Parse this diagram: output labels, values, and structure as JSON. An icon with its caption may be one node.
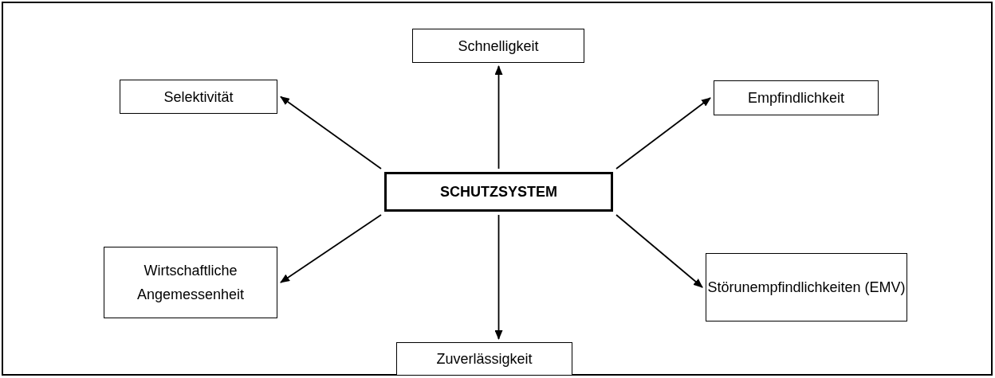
{
  "diagram": {
    "nodes": [
      {
        "text": [
          "SCHUTZSYSTEM"
        ]
      },
      {
        "text": [
          "Schnelligkeit"
        ]
      },
      {
        "text": [
          "Selektivität"
        ]
      },
      {
        "text": [
          "Empfindlichkeit"
        ]
      },
      {
        "text": [
          "Wirtschaftliche Angemessenheit"
        ]
      },
      {
        "text": [
          "Zuverlässigkeit"
        ]
      },
      {
        "text": [
          "Störunempfindlichkeiten (EMV)"
        ]
      }
    ],
    "edges": [
      {
        "from": 0,
        "to": 1,
        "arrow": "to"
      },
      {
        "from": 0,
        "to": 2,
        "arrow": "to"
      },
      {
        "from": 0,
        "to": 3,
        "arrow": "to"
      },
      {
        "from": 0,
        "to": 4,
        "arrow": "to"
      },
      {
        "from": 0,
        "to": 5,
        "arrow": "to"
      },
      {
        "from": 0,
        "to": 6,
        "arrow": "to"
      }
    ]
  }
}
